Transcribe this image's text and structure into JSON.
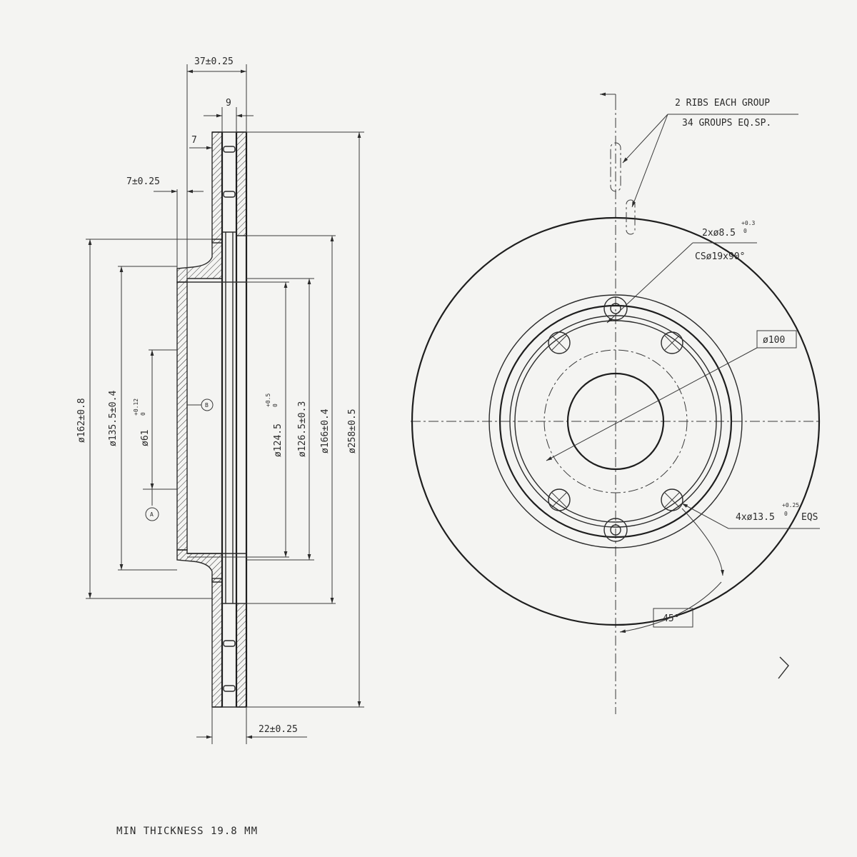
{
  "section": {
    "dim_total_width": "37±0.25",
    "dim_gap": "9",
    "dim_flange": "7",
    "dim_hat": "7±0.25",
    "dim_d162": "ø162±0.8",
    "dim_d135": "ø135.5±0.4",
    "dim_d61": "ø61",
    "dim_d61_tol": "+0.12",
    "dim_d61_tol0": "0",
    "dim_d124": "ø124.5",
    "dim_d124_tol": "+0.5",
    "dim_d124_tol0": "0",
    "dim_d126": "ø126.5±0.3",
    "dim_d166": "ø166±0.4",
    "dim_d258": "ø258±0.5",
    "dim_thickness": "22±0.25",
    "datum_a": "A",
    "datum_b": "B"
  },
  "front_view": {
    "ribs_line1": "2 RIBS EACH GROUP",
    "ribs_line2": "34 GROUPS EQ.SP.",
    "hole_small": "2xø8.5",
    "hole_small_tol": "+0.3",
    "hole_small_tol0": "0",
    "countersink": "CSø19x90°",
    "pcd": "ø100",
    "hole_large": "4xø13.5",
    "hole_large_tol": "+0.25",
    "hole_large_tol0": "0",
    "hole_large_suffix": "EQS",
    "angle": "45°"
  },
  "footer": {
    "min_thickness": "MIN THICKNESS 19.8 MM"
  }
}
